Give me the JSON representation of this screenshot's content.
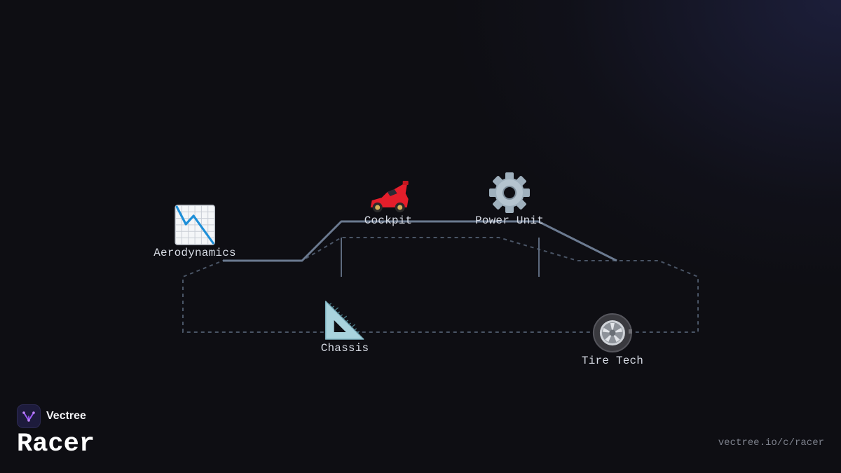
{
  "brand": {
    "name": "Vectree",
    "course_title": "Racer",
    "url": "vectree.io/c/racer"
  },
  "nodes": [
    {
      "id": "aerodynamics",
      "label": "Aerodynamics",
      "icon": "chart-decreasing-icon"
    },
    {
      "id": "cockpit",
      "label": "Cockpit",
      "icon": "racing-car-icon"
    },
    {
      "id": "power-unit",
      "label": "Power Unit",
      "icon": "gear-icon"
    },
    {
      "id": "chassis",
      "label": "Chassis",
      "icon": "triangular-ruler-icon"
    },
    {
      "id": "tire-tech",
      "label": "Tire Tech",
      "icon": "wheel-icon"
    }
  ],
  "colors": {
    "background": "#0e0e13",
    "solid_path": "#6b7a90",
    "dashed_outline": "#4a5566",
    "label_text": "#d7dbe4",
    "brand_accent": "#9b5cf6"
  }
}
